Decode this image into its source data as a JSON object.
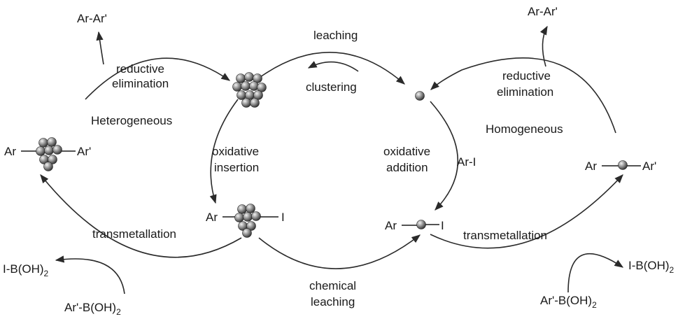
{
  "labels": {
    "product_left": "Ar-Ar'",
    "product_right": "Ar-Ar'",
    "reductive_left_1": "reductive",
    "reductive_left_2": "elimination",
    "reductive_right_1": "reductive",
    "reductive_right_2": "elimination",
    "leaching": "leaching",
    "clustering": "clustering",
    "heterogeneous": "Heterogeneous",
    "homogeneous": "Homogeneous",
    "oxidative_insertion_1": "oxidative",
    "oxidative_insertion_2": "insertion",
    "oxidative_addition_1": "oxidative",
    "oxidative_addition_2": "addition",
    "ar_i": "Ar-I",
    "transmetallation_left": "transmetallation",
    "transmetallation_right": "transmetallation",
    "chemical_leaching_1": "chemical",
    "chemical_leaching_2": "leaching",
    "byproduct_left": "I-B(OH)",
    "byproduct_right": "I-B(OH)",
    "reagent_left": "Ar'-B(OH)",
    "reagent_right": "Ar'-B(OH)",
    "subscript_2": "2",
    "ar": "Ar",
    "ar_prime": "Ar'",
    "iodine": "I"
  },
  "colors": {
    "line": "#2a2a2a",
    "sphere_highlight": "#eeeeee",
    "sphere_shadow": "#3a3a3a"
  }
}
